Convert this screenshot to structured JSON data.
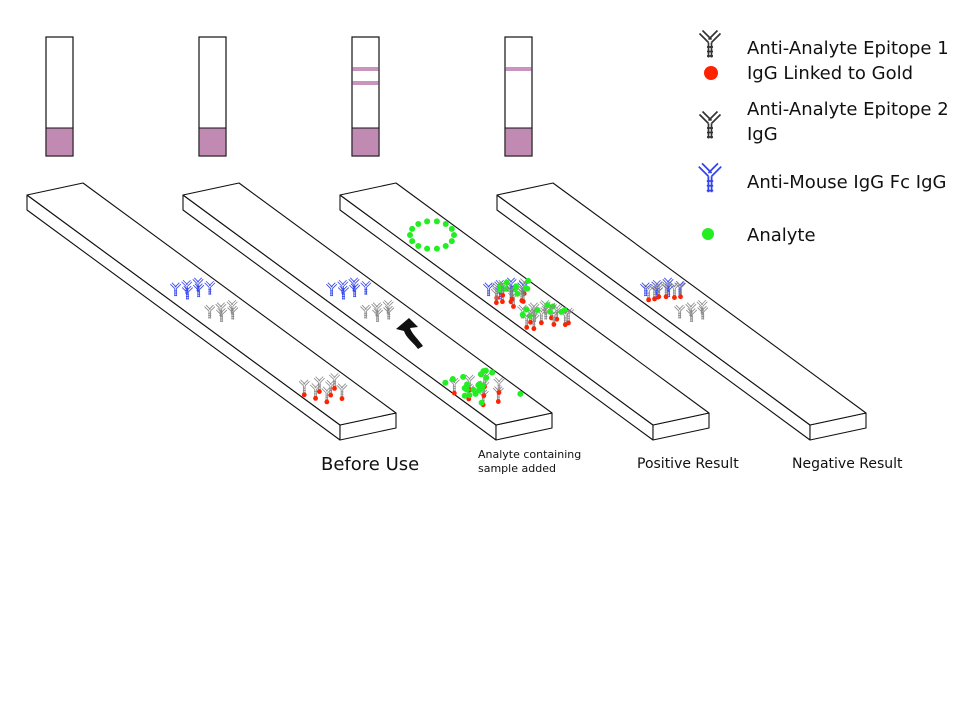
{
  "colors": {
    "outline": "#111111",
    "pad": "#c08ab2",
    "band": "#c994bd",
    "gold": "#ff2200",
    "analyte": "#22ee22",
    "epitope_igg": "#888888",
    "mouse_igg": "#3344ee"
  },
  "legend": [
    {
      "icon": "antibody-gold-icon",
      "line1": "Anti-Analyte Epitope 1",
      "line2": "IgG Linked to Gold"
    },
    {
      "icon": "antibody-gray-icon",
      "line1": "Anti-Analyte Epitope 2",
      "line2": "IgG"
    },
    {
      "icon": "antibody-blue-icon",
      "line1": "Anti-Mouse IgG Fc IgG",
      "line2": ""
    },
    {
      "icon": "analyte-dot-icon",
      "line1": "Analyte",
      "line2": ""
    }
  ],
  "strips": [
    {
      "name": "before-use",
      "label": "Before Use",
      "label2": "",
      "bands": 0
    },
    {
      "name": "sample-added",
      "label": "Analyte containing",
      "label2": "sample added",
      "bands": 0
    },
    {
      "name": "positive",
      "label": "Positive Result",
      "label2": "",
      "bands": 2
    },
    {
      "name": "negative",
      "label": "Negative Result",
      "label2": "",
      "bands": 1
    }
  ]
}
